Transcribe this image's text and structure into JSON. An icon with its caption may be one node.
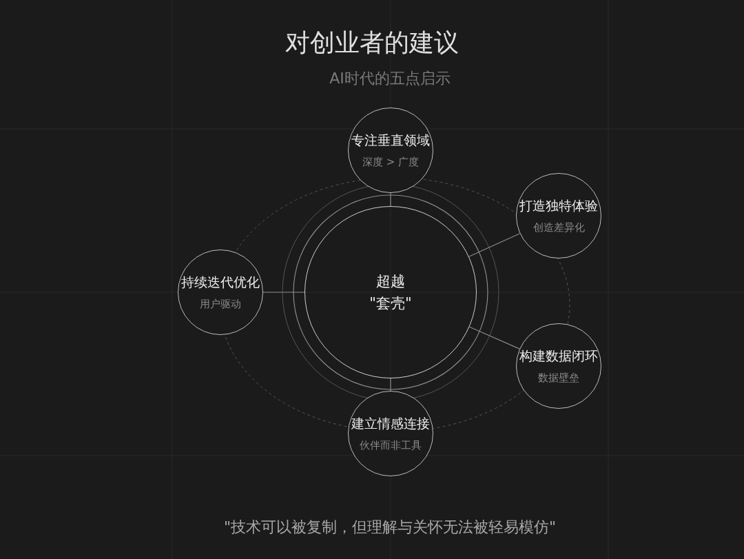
{
  "diagram": {
    "title": "对创业者的建议",
    "nodes": [
      {
        "text": [
          "超越",
          "\"套壳\""
        ]
      },
      {
        "text": [
          "专注垂直领域",
          "深度 > 广度"
        ]
      },
      {
        "text": [
          "打造独特体验",
          "创造差异化"
        ]
      },
      {
        "text": [
          "构建数据闭环",
          "数据壁垒"
        ]
      },
      {
        "text": [
          "建立情感连接",
          "伙伴而非工具"
        ]
      },
      {
        "text": [
          "持续迭代优化",
          "用户驱动"
        ]
      }
    ],
    "edges": [
      {
        "from": 1,
        "to": 0,
        "arrow": "none"
      },
      {
        "from": 2,
        "to": 0,
        "arrow": "none"
      },
      {
        "from": 3,
        "to": 0,
        "arrow": "none"
      },
      {
        "from": 4,
        "to": 0,
        "arrow": "none"
      },
      {
        "from": 5,
        "to": 0,
        "arrow": "none"
      }
    ],
    "labels": [
      "AI时代的五点启示",
      "\"技术可以被复制，但理解与关怀无法被轻易模仿\""
    ]
  }
}
